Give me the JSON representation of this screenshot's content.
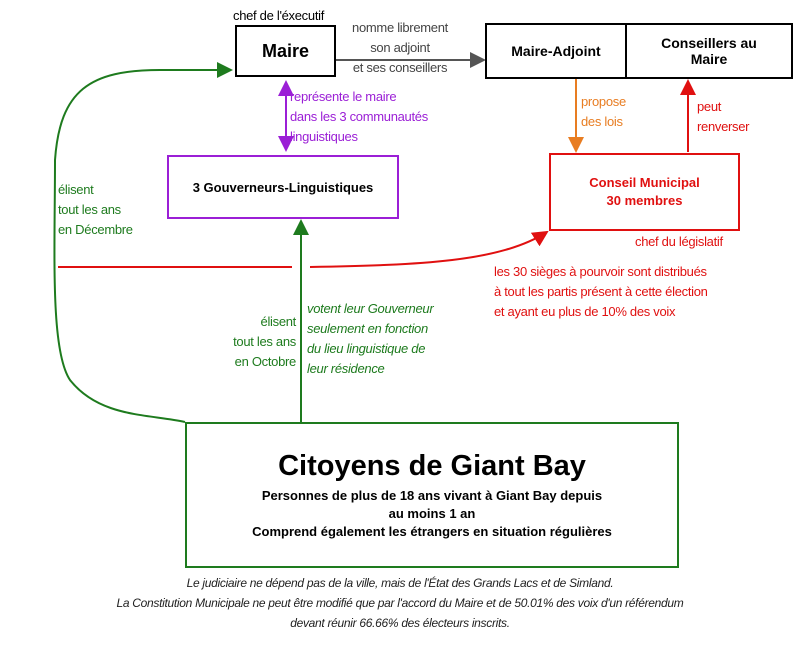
{
  "colors": {
    "green": "#1e7b1e",
    "purple": "#9b1fd6",
    "red": "#e01010",
    "orange": "#e87d22",
    "gray": "#555555"
  },
  "maire": {
    "title": "Maire",
    "caption": "chef de l'éxecutif"
  },
  "nomination": {
    "lines": [
      "nomme librement",
      "son adjoint",
      "et ses conseillers"
    ]
  },
  "maire_adjoint": "Maire-Adjoint",
  "conseillers": "Conseillers au Maire",
  "representation": {
    "lines": [
      "représente le maire",
      "dans les 3 communautés",
      "linguistiques"
    ]
  },
  "gouverneurs": "3 Gouverneurs-Linguistiques",
  "propose": {
    "lines": [
      "propose",
      "des lois"
    ]
  },
  "renverser": {
    "lines": [
      "peut",
      "renverser"
    ]
  },
  "conseil": {
    "title": "Conseil Municipal",
    "subtitle": "30 membres",
    "caption": "chef du législatif"
  },
  "sieges": {
    "lines": [
      "les 30 sièges à pourvoir sont distribués",
      "à tout les partis présent à cette élection",
      "et ayant eu plus de 10% des voix"
    ]
  },
  "election_decembre": {
    "lines": [
      "élisent",
      "tout les ans",
      "en Décembre"
    ]
  },
  "election_octobre": {
    "lines": [
      "élisent",
      "tout les ans",
      "en Octobre"
    ]
  },
  "vote_gouverneur": {
    "lines": [
      "votent leur Gouverneur",
      "seulement en fonction",
      "du lieu linguistique de",
      "leur résidence"
    ]
  },
  "citoyens": {
    "title": "Citoyens de Giant Bay",
    "lines": [
      "Personnes de plus de 18 ans vivant à Giant Bay depuis",
      "au moins 1 an",
      "Comprend également les étrangers en situation régulières"
    ]
  },
  "footer": {
    "lines": [
      "Le judiciaire ne dépend pas de la ville, mais de l'État des Grands Lacs et de Simland.",
      "La Constitution Municipale  ne peut être modifié que par l'accord du Maire et de 50.01% des voix d'un référendum",
      "devant réunir 66.66% des électeurs inscrits."
    ]
  }
}
